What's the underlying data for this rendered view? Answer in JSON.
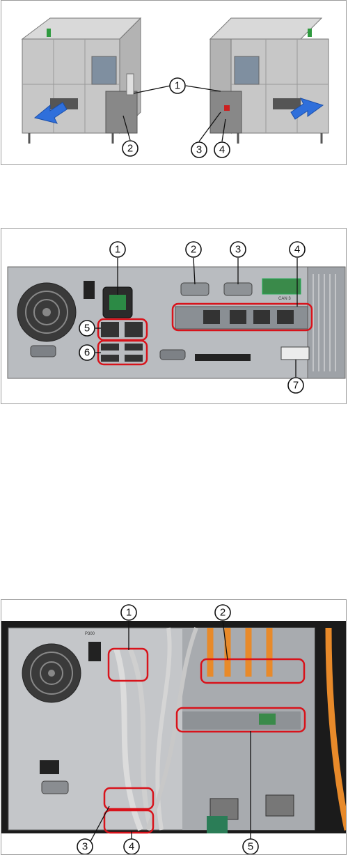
{
  "figures": [
    {
      "id": "machine-overview",
      "callouts": [
        "1",
        "2",
        "3",
        "4"
      ]
    },
    {
      "id": "pc-rear-panel",
      "callouts": [
        "1",
        "2",
        "3",
        "4",
        "5",
        "6",
        "7"
      ],
      "panel_label": "CAN 3"
    },
    {
      "id": "pc-rear-cabled",
      "callouts": [
        "1",
        "2",
        "3",
        "4",
        "5"
      ],
      "panel_label": "P300"
    }
  ],
  "colors": {
    "highlight": "#d8131b",
    "arrow": "#2f6fdb"
  }
}
